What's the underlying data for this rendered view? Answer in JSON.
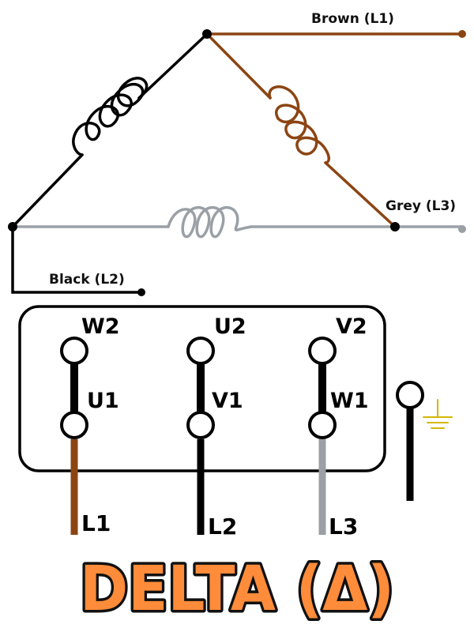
{
  "colors": {
    "brown": "#8b4513",
    "grey": "#9aa0a6",
    "black": "#000000",
    "earth": "#d4b800",
    "title_fill": "#ff8c3a",
    "title_stroke": "#111111"
  },
  "wires": {
    "brown_label": "Brown (L1)",
    "grey_label": "Grey (L3)",
    "black_label": "Black (L2)"
  },
  "terminals": {
    "top": [
      "W2",
      "U2",
      "V2"
    ],
    "bottom": [
      "U1",
      "V1",
      "W1"
    ]
  },
  "lines": [
    "L1",
    "L2",
    "L3"
  ],
  "icons": [
    "earth-ground-icon"
  ],
  "title": "DELTA (Δ)"
}
